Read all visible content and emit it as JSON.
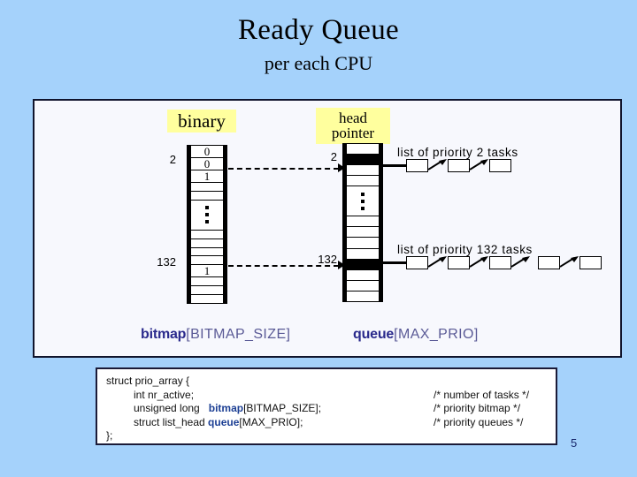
{
  "slide": {
    "title": "Ready Queue",
    "subtitle": "per each CPU",
    "page_number": "5",
    "background_color": "#a5d2fb",
    "panel_background": "#f7f8fd",
    "highlight_color": "#ffff9e",
    "keyword_color": "#2a2a8c"
  },
  "labels": {
    "binary": "binary",
    "head_pointer": "head\npointer",
    "head_pointer_line1": "head",
    "head_pointer_line2": "pointer"
  },
  "bitmap_array": {
    "name": "bitmap",
    "size_expr": "[BITMAP_SIZE]",
    "index_labels": [
      {
        "text": "2",
        "row": 2
      },
      {
        "text": "132",
        "row": 10
      }
    ],
    "cells": [
      {
        "value": "0",
        "type": "value"
      },
      {
        "value": "0",
        "type": "value"
      },
      {
        "value": "1",
        "type": "value"
      },
      {
        "value": "",
        "type": "empty"
      },
      {
        "value": "",
        "type": "empty"
      },
      {
        "value": "",
        "type": "ellipsis"
      },
      {
        "value": "",
        "type": "empty"
      },
      {
        "value": "",
        "type": "empty"
      },
      {
        "value": "",
        "type": "empty"
      },
      {
        "value": "",
        "type": "empty"
      },
      {
        "value": "1",
        "type": "value"
      },
      {
        "value": "",
        "type": "empty"
      },
      {
        "value": "",
        "type": "empty"
      },
      {
        "value": "",
        "type": "empty"
      }
    ]
  },
  "queue_array": {
    "name": "queue",
    "size_expr": "[MAX_PRIO]",
    "index_labels": [
      {
        "text": "2",
        "row": 1
      },
      {
        "text": "132",
        "row": 9
      }
    ],
    "cells": [
      {
        "value": "",
        "type": "empty"
      },
      {
        "value": "",
        "type": "filled"
      },
      {
        "value": "",
        "type": "empty"
      },
      {
        "value": "",
        "type": "empty"
      },
      {
        "value": "",
        "type": "ellipsis"
      },
      {
        "value": "",
        "type": "empty"
      },
      {
        "value": "",
        "type": "empty"
      },
      {
        "value": "",
        "type": "empty"
      },
      {
        "value": "",
        "type": "empty"
      },
      {
        "value": "",
        "type": "filled"
      },
      {
        "value": "",
        "type": "empty"
      },
      {
        "value": "",
        "type": "empty"
      },
      {
        "value": "",
        "type": "empty"
      }
    ]
  },
  "task_lists": [
    {
      "caption": "list of  priority 2  tasks",
      "priority": "2",
      "node_count": 3,
      "groups": [
        3
      ]
    },
    {
      "caption": "list of  priority 132  tasks",
      "priority": "132",
      "node_count": 5,
      "groups": [
        3,
        2
      ]
    }
  ],
  "legend": {
    "bitmap_keyword": "bitmap",
    "bitmap_bracket": "[BITMAP_SIZE]",
    "queue_keyword": "queue",
    "queue_bracket": "[MAX_PRIO]"
  },
  "code": {
    "line1": "struct prio_array {",
    "line2_text": "int nr_active;",
    "line2_comment": "/* number of tasks */",
    "line3_prefix": "unsigned long   ",
    "line3_keyword": "bitmap",
    "line3_suffix": "[BITMAP_SIZE];",
    "line3_comment": "/* priority bitmap */",
    "line4_prefix": "struct list_head ",
    "line4_keyword": "queue",
    "line4_suffix": "[MAX_PRIO];",
    "line4_comment": "/* priority queues */",
    "line5": "};"
  }
}
